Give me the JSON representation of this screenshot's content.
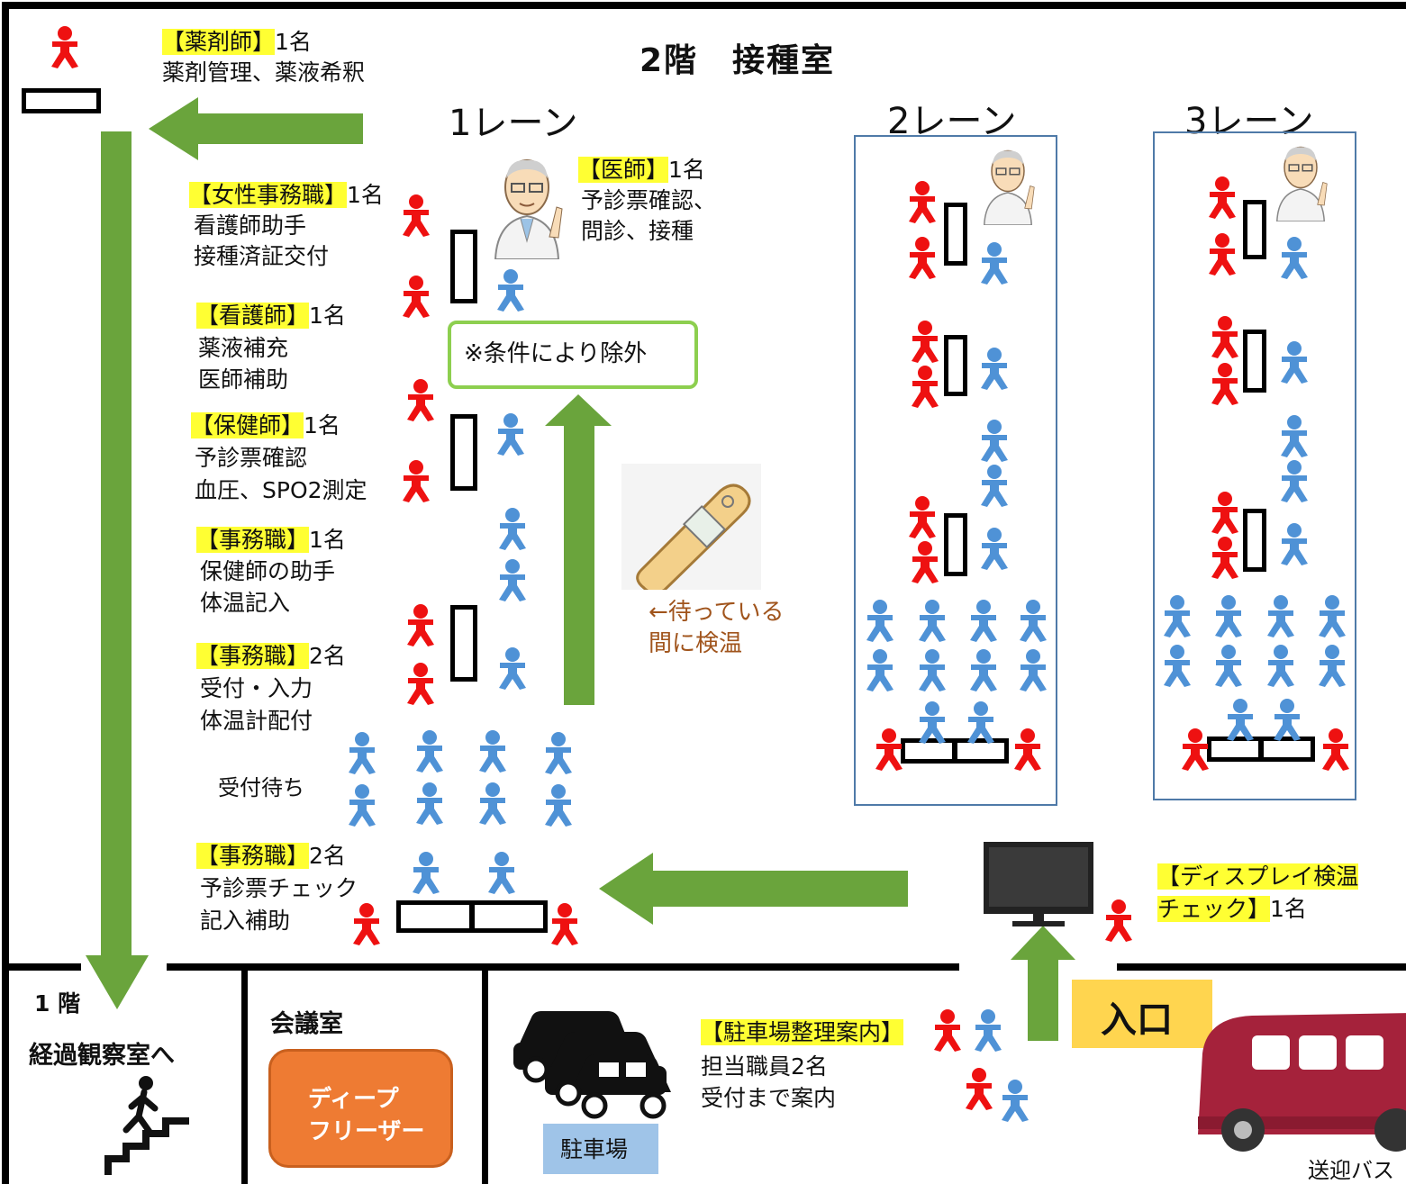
{
  "title": "2階　接種室",
  "colors": {
    "staff": "#ee1111",
    "patient": "#4f92d6",
    "arrow": "#6aa43c",
    "highlight": "#ffff33",
    "freezer": "#ee7b33",
    "condition_border": "#8dcf4f",
    "parking": "#9fc4e8",
    "entrance": "#ffd54f",
    "note": "#a0541c"
  },
  "lanes": {
    "lane1": "1レーン",
    "lane2": "2レーン",
    "lane3": "3レーン"
  },
  "roles": {
    "pharmacist": {
      "tag": "【薬剤師】",
      "count": "1名",
      "duties": "薬剤管理、薬液希釈"
    },
    "female_clerk": {
      "tag": "【女性事務職】",
      "count": "1名",
      "duty1": "看護師助手",
      "duty2": "接種済証交付"
    },
    "doctor": {
      "tag": "【医師】",
      "count": "1名",
      "duty1": "予診票確認、",
      "duty2": "問診、接種"
    },
    "nurse": {
      "tag": "【看護師】",
      "count": "1名",
      "duty1": "薬液補充",
      "duty2": "医師補助"
    },
    "health_nurse": {
      "tag": "【保健師】",
      "count": "1名",
      "duty1": "予診票確認",
      "duty2": "血圧、SPO2測定"
    },
    "clerk1": {
      "tag": "【事務職】",
      "count": "1名",
      "duty1": "保健師の助手",
      "duty2": "体温記入"
    },
    "clerk2": {
      "tag": "【事務職】",
      "count": "2名",
      "duty1": "受付・入力",
      "duty2": "体温計配付"
    },
    "clerk3": {
      "tag": "【事務職】",
      "count": "2名",
      "duty1": "予診票チェック",
      "duty2": "記入補助"
    },
    "display_check": {
      "tag1": "【ディスプレイ検温",
      "tag2": "チェック】",
      "count": "1名"
    },
    "parking_guide": {
      "tag": "【駐車場整理案内】",
      "duty1": "担当職員2名",
      "duty2": "受付まで案内"
    }
  },
  "condition_box": "※条件により除外",
  "waiting_label": "受付待ち",
  "temp_note": {
    "line1": "←待っている",
    "line2": "間に検温"
  },
  "first_floor": {
    "line1": "1 階",
    "line2": "経過観察室へ"
  },
  "meeting_room": "会議室",
  "freezer": {
    "line1": "ディープ",
    "line2": "フリーザー"
  },
  "parking": "駐車場",
  "entrance": "入口",
  "bus": "送迎バス",
  "icons": [
    "staff-person-icon",
    "patient-person-icon",
    "doctor-illustration-icon",
    "thermometer-icon",
    "display-monitor-icon",
    "cars-icon",
    "stairs-icon",
    "bus-icon"
  ]
}
